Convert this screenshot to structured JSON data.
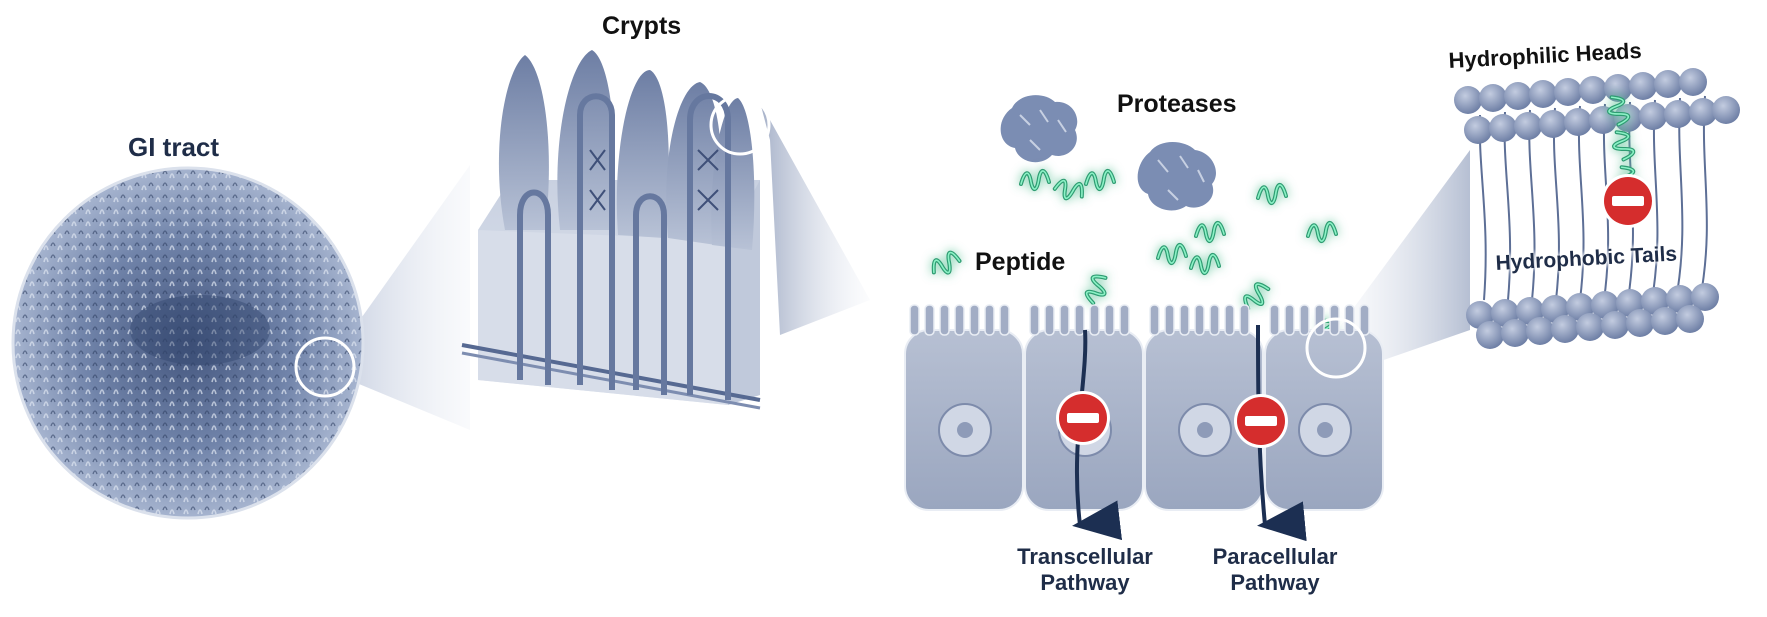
{
  "labels": {
    "gi_tract": "GI tract",
    "crypts": "Crypts",
    "proteases": "Proteases",
    "peptide": "Peptide",
    "hydrophilic_heads": "Hydrophilic Heads",
    "hydrophobic_tails": "Hydrophobic Tails",
    "transcellular_pathway": "Transcellular Pathway",
    "paracellular_pathway": "Paracellular Pathway"
  },
  "colors": {
    "label_dark": "#1f2d48",
    "label_black": "#111111",
    "tissue_blue": "#8b9ab8",
    "tissue_dark": "#4d5f86",
    "cell_fill": "#a7b2c8",
    "peptide_green": "#4ee0a2",
    "stop_red": "#d52d2d",
    "arrow_navy": "#1c2f52"
  },
  "icons": {
    "stop_sign": "no-entry-icon",
    "pathway_arrow": "arrow-down-icon",
    "magnifier": "zoom-circle-icon"
  }
}
